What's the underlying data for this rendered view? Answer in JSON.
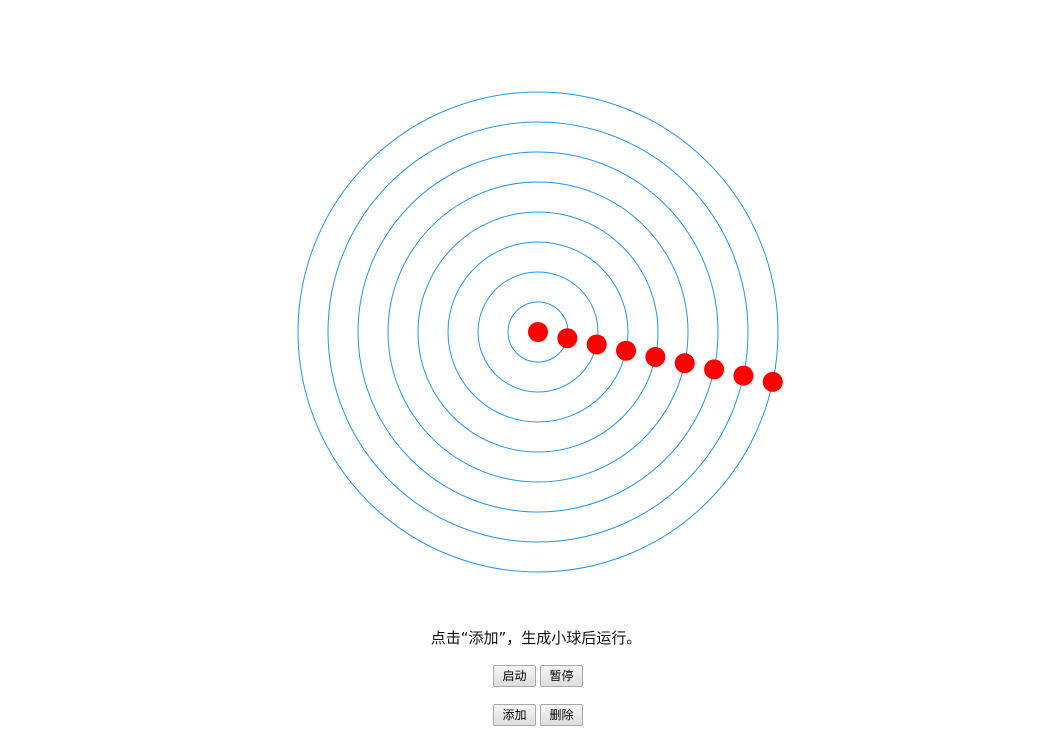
{
  "instruction_text": "点击“添加”，生成小球后运行。",
  "controls": {
    "start_label": "启动",
    "pause_label": "暂停",
    "add_label": "添加",
    "delete_label": "删除"
  },
  "orbits": {
    "ring_count": 8,
    "ring_color": "#2196f3",
    "ball_color": "#ff0000",
    "ball_count": 9
  }
}
